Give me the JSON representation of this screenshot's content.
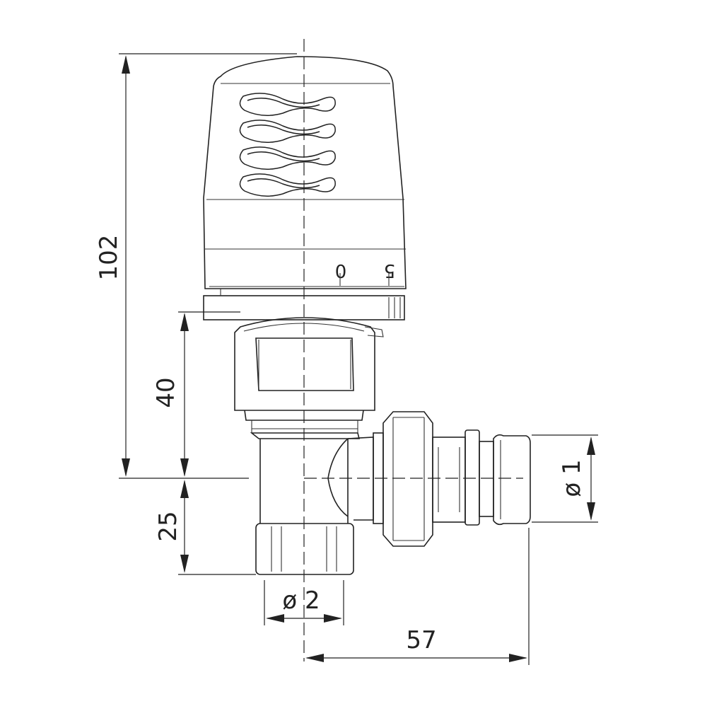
{
  "drawing": {
    "dimensions": {
      "overall_height": "102",
      "upper_height": "40",
      "lower_height": "25",
      "inlet_diameter": "ø 2",
      "outlet_diameter": "ø 1",
      "outlet_offset": "57"
    },
    "scale_marks": [
      "0",
      "5"
    ]
  }
}
